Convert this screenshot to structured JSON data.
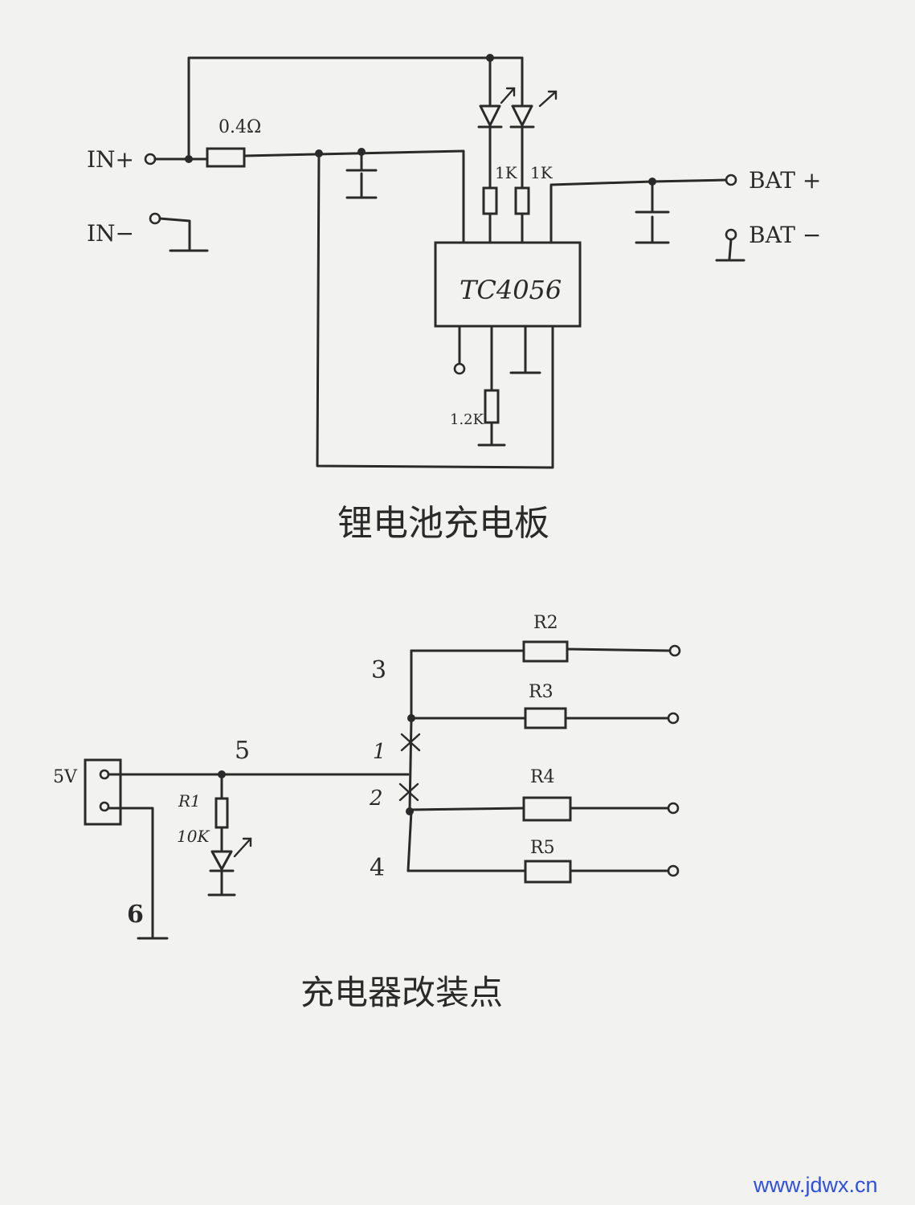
{
  "charger_board": {
    "title": "锂电池充电板",
    "labels": {
      "in_plus": "IN+",
      "in_minus": "IN−",
      "bat_plus": "BAT +",
      "bat_minus": "BAT −",
      "r_sense": "0.4Ω",
      "r_led1": "1K",
      "r_led2": "1K",
      "r_prog": "1.2K",
      "chip": "TC4056"
    }
  },
  "charger_mod": {
    "title": "充电器改装点",
    "labels": {
      "v5": "5V",
      "r1": "R1",
      "r1_value": "10K",
      "r2": "R2",
      "r3": "R3",
      "r4": "R4",
      "r5": "R5",
      "node1": "1",
      "node2": "2",
      "node3": "3",
      "node4": "4",
      "node5": "5",
      "node6": "6"
    }
  },
  "watermark": "www.jdwx.cn"
}
